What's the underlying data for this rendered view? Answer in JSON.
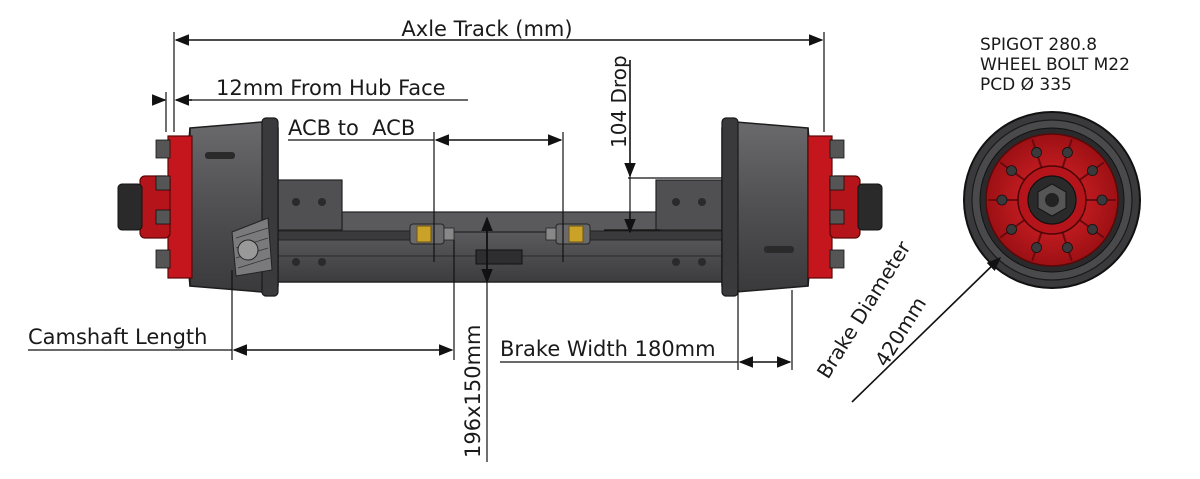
{
  "labels": {
    "axle_track": "Axle Track (mm)",
    "hub_face": "12mm From Hub Face",
    "acb": "ACB to  ACB",
    "drop": "104 Drop",
    "camshaft": "Camshaft Length",
    "beam_size": "196x150mm",
    "brake_width": "Brake Width 180mm",
    "brake_diameter_line1": "Brake Diameter",
    "brake_diameter_line2": "420mm"
  },
  "specs": {
    "spigot": "SPIGOT 280.8",
    "wheel_bolt": "WHEEL BOLT M22",
    "pcd": "PCD Ø 335"
  },
  "colors": {
    "drum": "#555558",
    "drum_dark": "#2e2e30",
    "hub_red": "#c4161c",
    "beam": "#4a4a4c",
    "dimension": "#111111"
  }
}
